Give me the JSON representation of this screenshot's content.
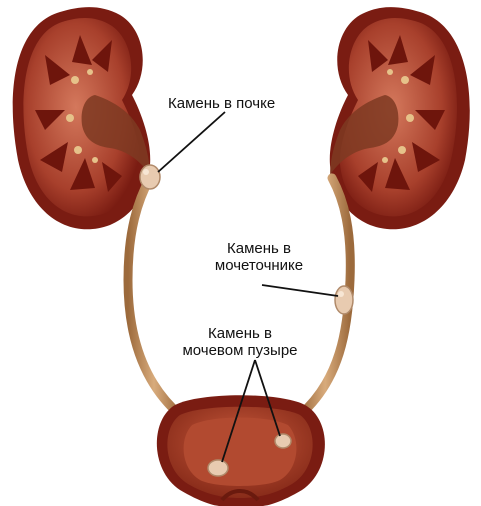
{
  "labels": {
    "kidney_stone": "Камень в почке",
    "ureter_stone_line1": "Камень в",
    "ureter_stone_line2": "мочеточнике",
    "bladder_stone_line1": "Камень в",
    "bladder_stone_line2": "мочевом пузыре"
  },
  "colors": {
    "kidney_outer": "#8a2418",
    "kidney_cortex": "#b84b35",
    "pyramid": "#7a1c12",
    "pelvis": "#d9a47a",
    "ureter": "#c9955f",
    "bladder": "#a7371f",
    "stone": "#e8cbb0",
    "leader_line": "#111111"
  }
}
